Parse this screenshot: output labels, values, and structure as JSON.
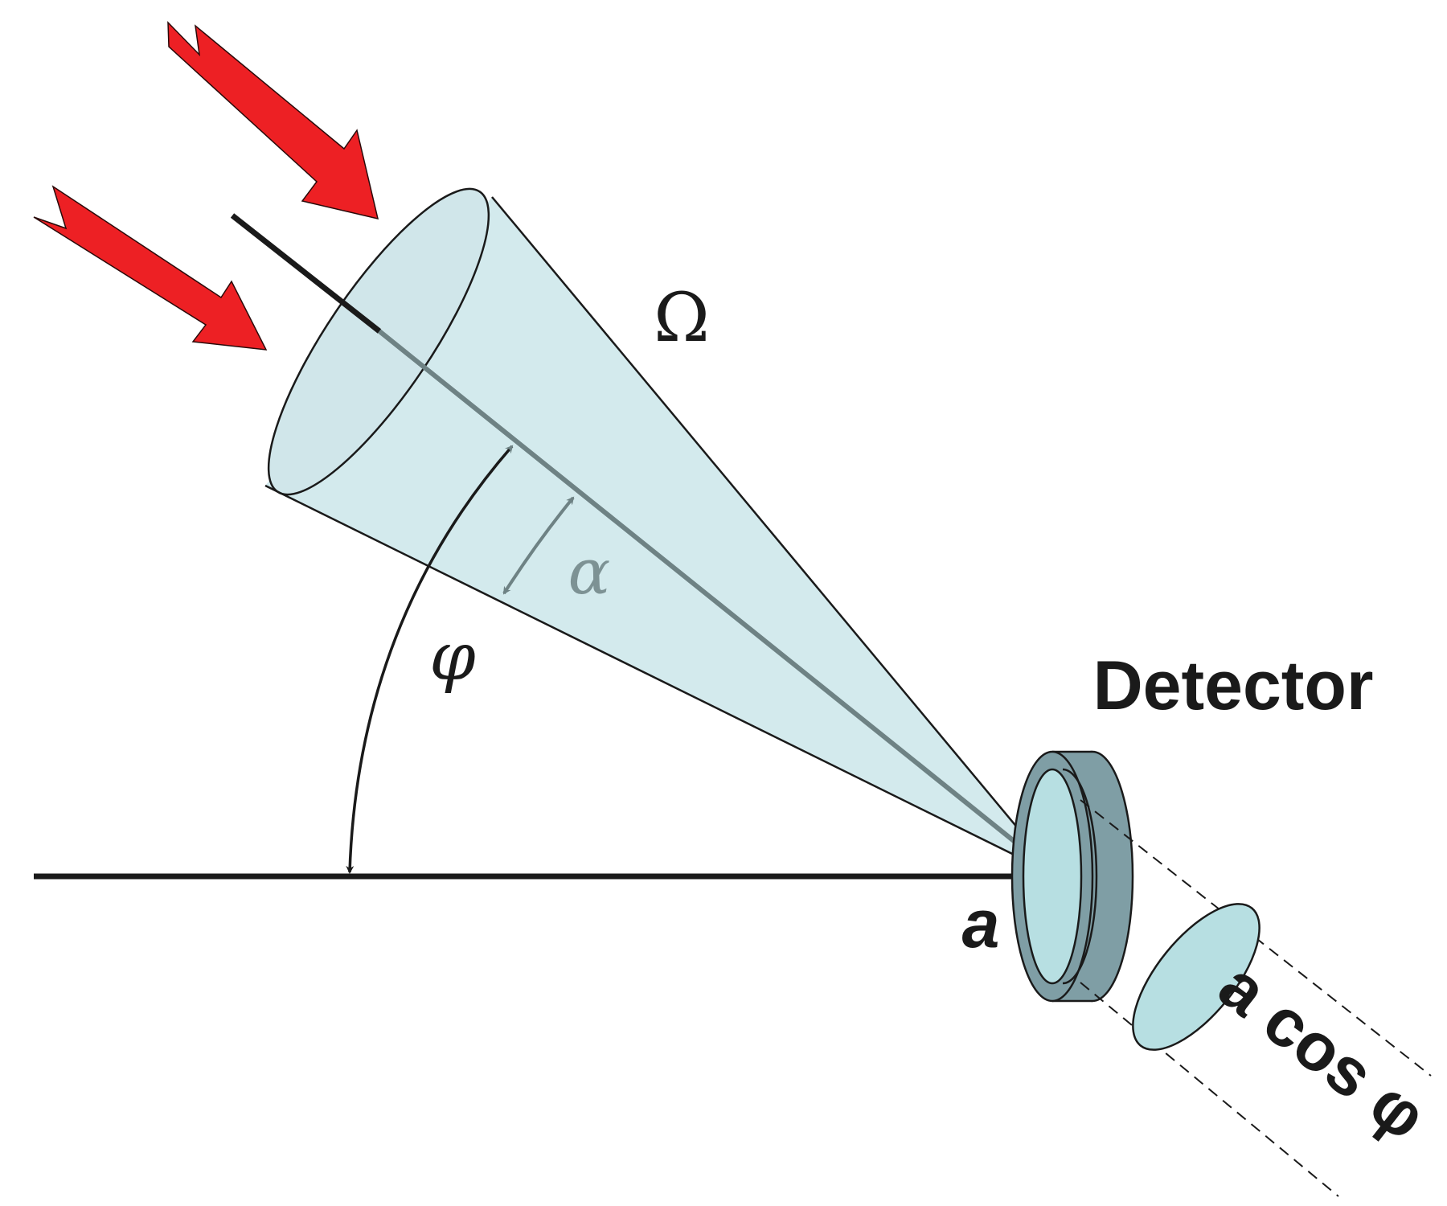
{
  "labels": {
    "omega": "Ω",
    "alpha": "α",
    "phi": "φ",
    "detector": "Detector",
    "a": "a",
    "a_cos_phi": "a cos φ"
  },
  "colors": {
    "arrow_red": "#ed2024",
    "cone_fill": "#d3eaed",
    "detector_face": "#b7dfe2",
    "detector_body": "#7f9ea5",
    "angle_gray": "#6e8284",
    "line_black": "#1a1a1a"
  },
  "icons": {
    "incoming_arrows": "red-zigzag-arrow",
    "detector": "disk-detector"
  }
}
